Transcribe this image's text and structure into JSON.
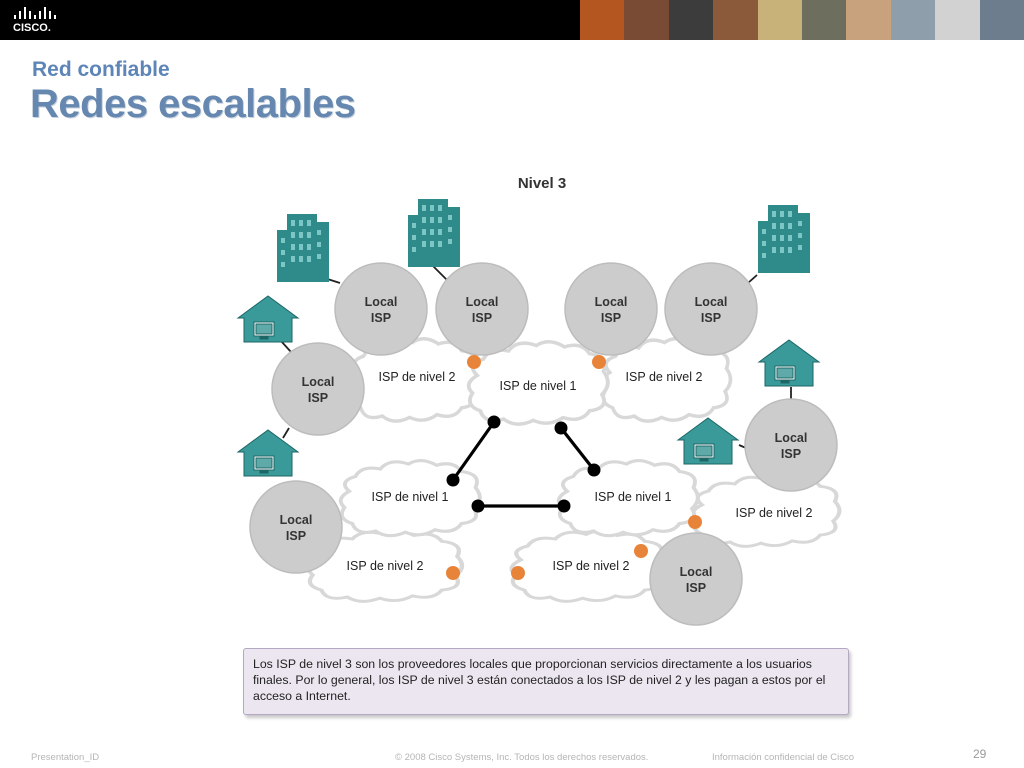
{
  "header": {
    "logo_text": "CISCO.",
    "photo_colors": [
      "#b4561f",
      "#7a4b34",
      "#3c3c3c",
      "#8a5a3a",
      "#c9b27a",
      "#6e6e5e",
      "#c7a27c",
      "#8e9eaa",
      "#d2d2d2",
      "#6d7d8d"
    ]
  },
  "slide": {
    "eyebrow": "Red confiable",
    "title": "Redes escalables"
  },
  "diagram": {
    "heading": "Nivel 3",
    "local_isp_line1": "Local",
    "local_isp_line2": "ISP",
    "isp_tier1": "ISP de nivel 1",
    "isp_tier2": "ISP de nivel 2",
    "colors": {
      "cloud_fill": "#ffffff",
      "cloud_stroke": "#d8d8d8",
      "isp_circle": "#cccccc",
      "connection_dot": "#e8843a",
      "backbone": "#000000",
      "building": "#2f8a8a"
    }
  },
  "caption": "Los ISP de nivel 3 son los proveedores locales que proporcionan servicios directamente a los usuarios finales. Por lo general, los ISP de nivel 3 están conectados a los ISP de nivel 2 y les pagan a estos por el acceso a Internet.",
  "footer": {
    "presentation_id": "Presentation_ID",
    "copyright": "© 2008 Cisco Systems, Inc. Todos los derechos reservados.",
    "confidential": "Información confidencial de Cisco",
    "page_number": "29"
  }
}
